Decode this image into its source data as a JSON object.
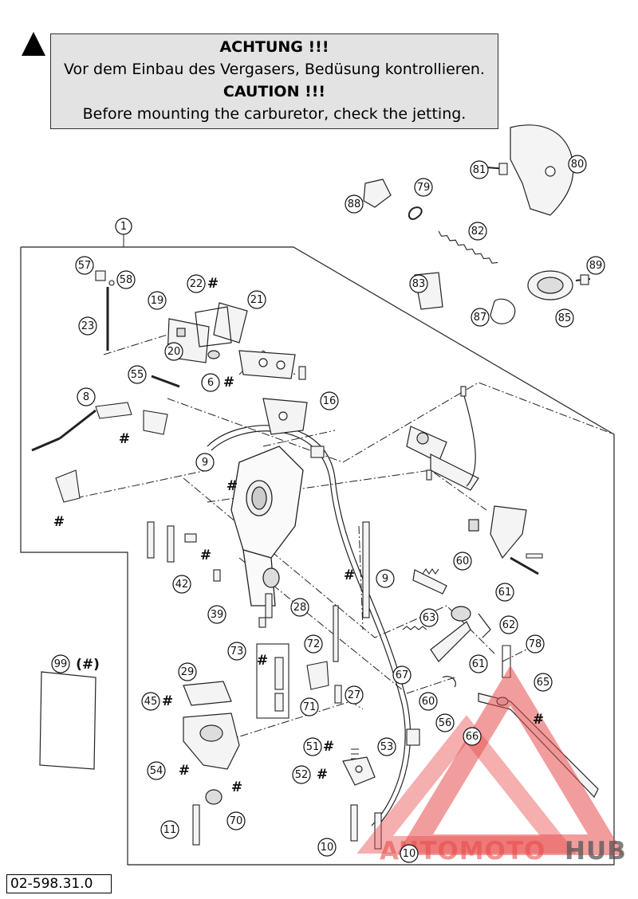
{
  "caution": {
    "title_de": "ACHTUNG !!!",
    "text_de": "Vor dem Einbau des Vergasers, Bedüsung kontrollieren.",
    "title_en": "CAUTION !!!",
    "text_en": "Before mounting the carburetor, check the jetting."
  },
  "parts": {
    "p1": "1",
    "p6": "6",
    "p8": "8",
    "p9a": "9",
    "p9b": "9",
    "p10a": "10",
    "p10b": "10",
    "p11": "11",
    "p16": "16",
    "p19": "19",
    "p20": "20",
    "p21": "21",
    "p22": "22",
    "p23": "23",
    "p27": "27",
    "p28": "28",
    "p29": "29",
    "p39": "39",
    "p42": "42",
    "p45": "45",
    "p51": "51",
    "p52": "52",
    "p53": "53",
    "p54": "54",
    "p55": "55",
    "p56": "56",
    "p57": "57",
    "p58": "58",
    "p60a": "60",
    "p60b": "60",
    "p61a": "61",
    "p61b": "61",
    "p62": "62",
    "p63": "63",
    "p65": "65",
    "p66": "66",
    "p67": "67",
    "p70": "70",
    "p71": "71",
    "p72": "72",
    "p73": "73",
    "p78": "78",
    "p79": "79",
    "p80": "80",
    "p81": "81",
    "p82": "82",
    "p83": "83",
    "p85": "85",
    "p87": "87",
    "p88": "88",
    "p89": "89",
    "p99": "99"
  },
  "hash_mark": "#",
  "p99_suffix": "(#)",
  "drawing_number": "02-598.31.0",
  "watermark": {
    "part1": "AUTOMOTO",
    "part2": "HUB",
    "color_red": "#e84d4d",
    "color_gray": "#555555"
  }
}
